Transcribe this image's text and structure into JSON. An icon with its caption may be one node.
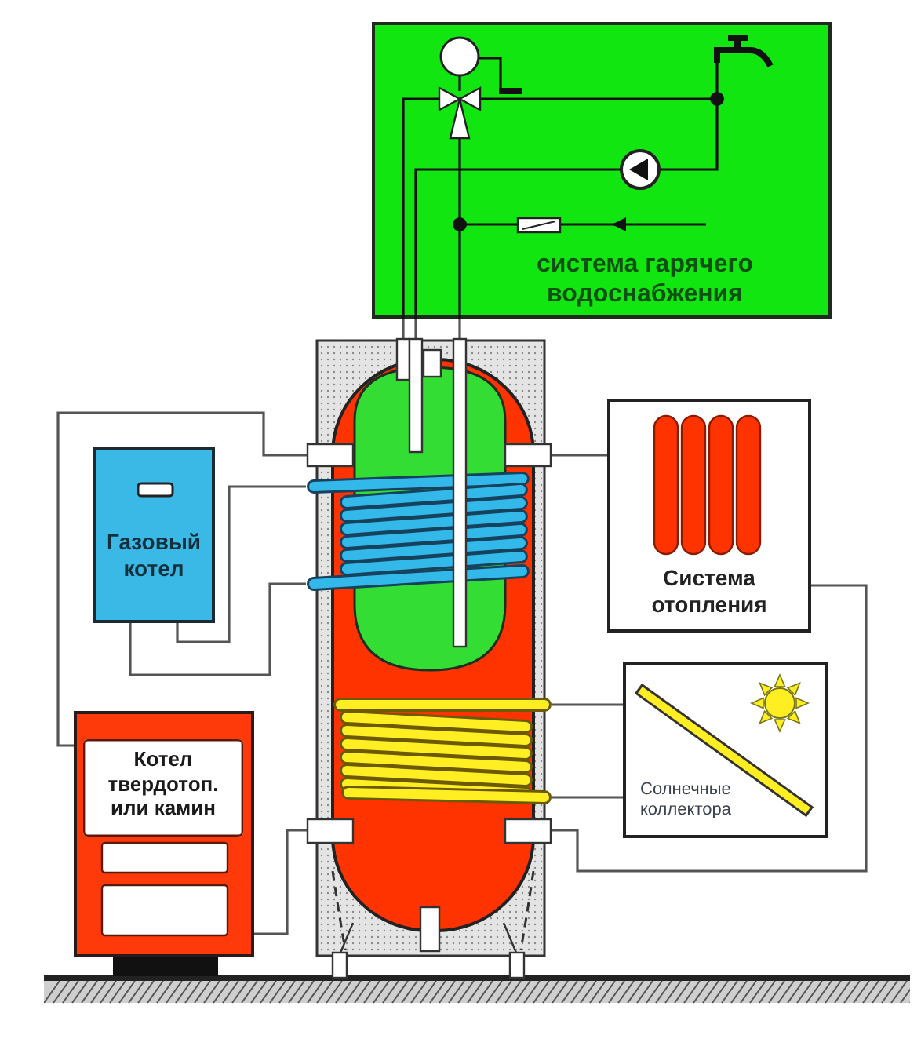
{
  "diagram": {
    "nodes": [
      {
        "text": [
          "система гарячего водоснабжения"
        ]
      },
      {
        "text": [],
        "shape": "cylinder"
      },
      {
        "text": [
          "Система отопления"
        ]
      },
      {
        "text": [
          "Газовый котел"
        ]
      },
      {
        "text": [
          "Солнечные коллектора"
        ]
      },
      {
        "text": [
          "Котел твердотоп. или камин"
        ]
      }
    ],
    "edges": [
      {
        "from": 0,
        "to": 1,
        "arrow": "none"
      },
      {
        "from": 0,
        "to": 1,
        "arrow": "none"
      },
      {
        "from": 0,
        "to": 1,
        "arrow": "none"
      },
      {
        "from": 3,
        "to": 1,
        "arrow": "none"
      },
      {
        "from": 3,
        "to": 1,
        "arrow": "none"
      },
      {
        "from": 5,
        "to": 1,
        "arrow": "none"
      },
      {
        "from": 5,
        "to": 1,
        "arrow": "none"
      },
      {
        "from": 2,
        "to": 1,
        "arrow": "none"
      },
      {
        "from": 2,
        "to": 1,
        "arrow": "none"
      },
      {
        "from": 4,
        "to": 1,
        "arrow": "none"
      },
      {
        "from": 4,
        "to": 1,
        "arrow": "none"
      }
    ]
  }
}
